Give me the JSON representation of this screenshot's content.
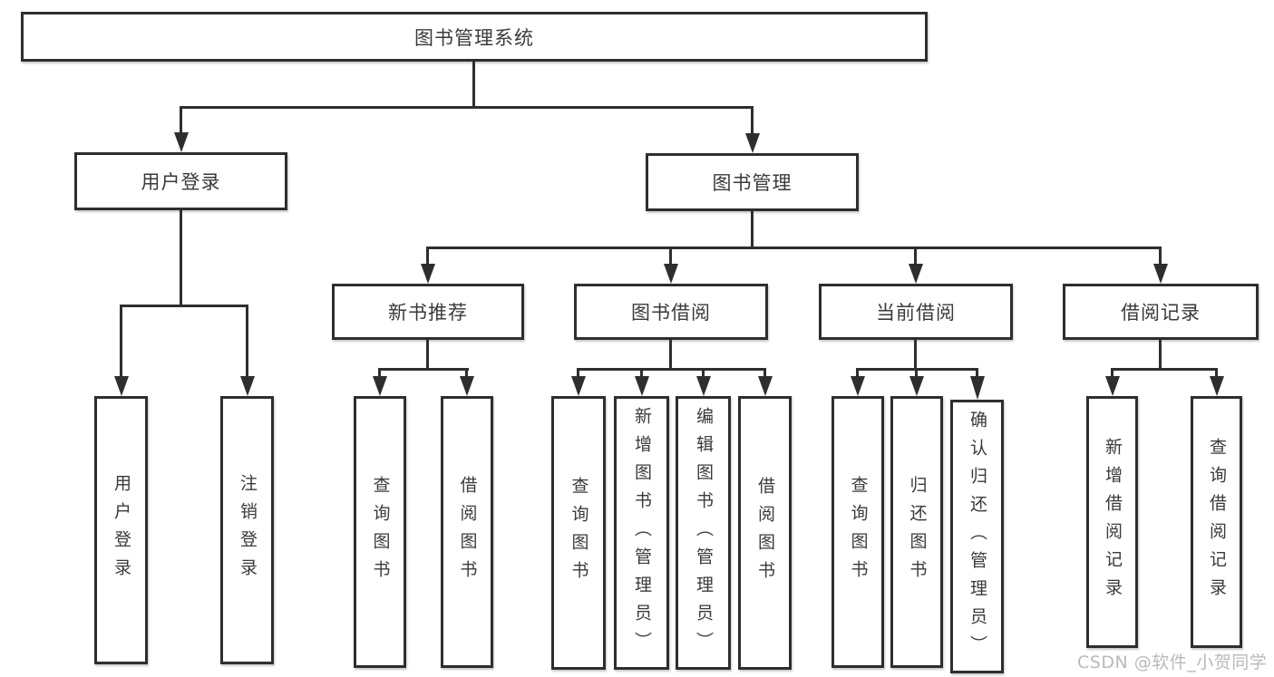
{
  "tree": {
    "label": "图书管理系统",
    "children": [
      {
        "label": "用户登录",
        "children": [
          {
            "label": "用户登录"
          },
          {
            "label": "注销登录"
          }
        ]
      },
      {
        "label": "图书管理",
        "children": [
          {
            "label": "新书推荐",
            "children": [
              {
                "label": "查询图书"
              },
              {
                "label": "借阅图书"
              }
            ]
          },
          {
            "label": "图书借阅",
            "children": [
              {
                "label": "查询图书"
              },
              {
                "label": "新增图书（管理员）"
              },
              {
                "label": "编辑图书（管理员）"
              },
              {
                "label": "借阅图书"
              }
            ]
          },
          {
            "label": "当前借阅",
            "children": [
              {
                "label": "查询图书"
              },
              {
                "label": "归还图书"
              },
              {
                "label": "确认归还（管理员）"
              }
            ]
          },
          {
            "label": "借阅记录",
            "children": [
              {
                "label": "新增借阅记录"
              },
              {
                "label": "查询借阅记录"
              }
            ]
          }
        ]
      }
    ]
  },
  "watermark": {
    "text": "CSDN @软件_小贺同学",
    "color": "#b9b9b9"
  },
  "colors": {
    "line": "#2e2e2e",
    "box_border": "#2e2e2e",
    "box_fill": "#ffffff",
    "text": "#3a3a3a",
    "background": "#ffffff"
  }
}
